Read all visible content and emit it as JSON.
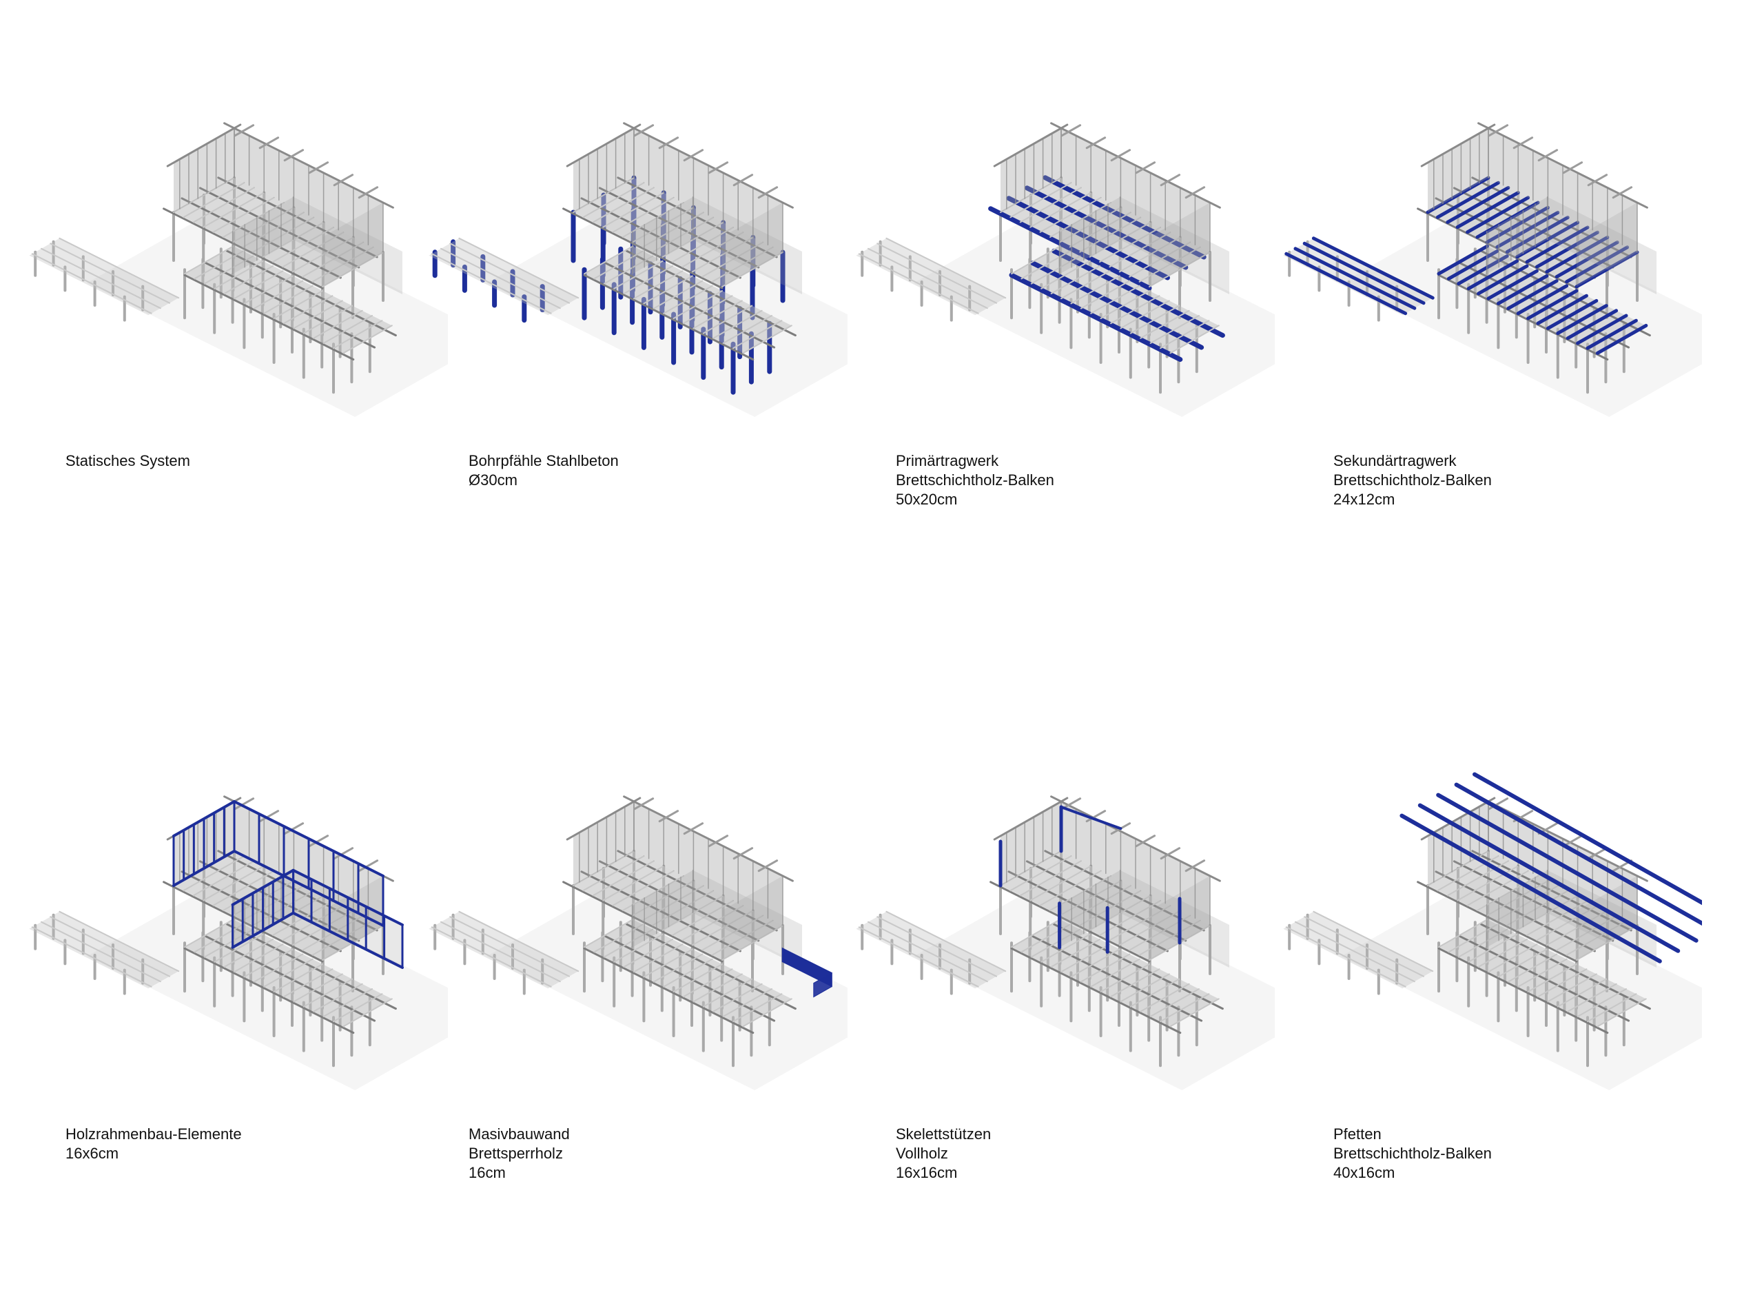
{
  "colors": {
    "highlight": "#1d2e9a",
    "structure": "#a9a9a9",
    "structure_dark": "#7d7d7d",
    "background": "#ffffff"
  },
  "panels": [
    {
      "id": "statisches-system",
      "highlight": "none",
      "caption": [
        "Statisches System"
      ]
    },
    {
      "id": "bohrpfaehle",
      "highlight": "piles",
      "caption": [
        "Bohrpfähle Stahlbeton",
        "Ø30cm"
      ]
    },
    {
      "id": "primaertragwerk",
      "highlight": "primary",
      "caption": [
        "Primärtragwerk",
        "Brettschichtholz-Balken",
        "50x20cm"
      ]
    },
    {
      "id": "sekundaertragwerk",
      "highlight": "secondary",
      "caption": [
        "Sekundärtragwerk",
        "Brettschichtholz-Balken",
        "24x12cm"
      ]
    },
    {
      "id": "holzrahmenbau",
      "highlight": "frames",
      "caption": [
        "Holzrahmenbau-Elemente",
        "16x6cm"
      ]
    },
    {
      "id": "masivbauwand",
      "highlight": "wall",
      "caption": [
        "Masivbauwand",
        "Brettsperrholz",
        "16cm"
      ]
    },
    {
      "id": "skelettstuetzen",
      "highlight": "columns",
      "caption": [
        "Skelettstützen",
        "Vollholz",
        "16x16cm"
      ]
    },
    {
      "id": "pfetten",
      "highlight": "purlins",
      "caption": [
        "Pfetten",
        "Brettschichtholz-Balken",
        "40x16cm"
      ]
    }
  ]
}
